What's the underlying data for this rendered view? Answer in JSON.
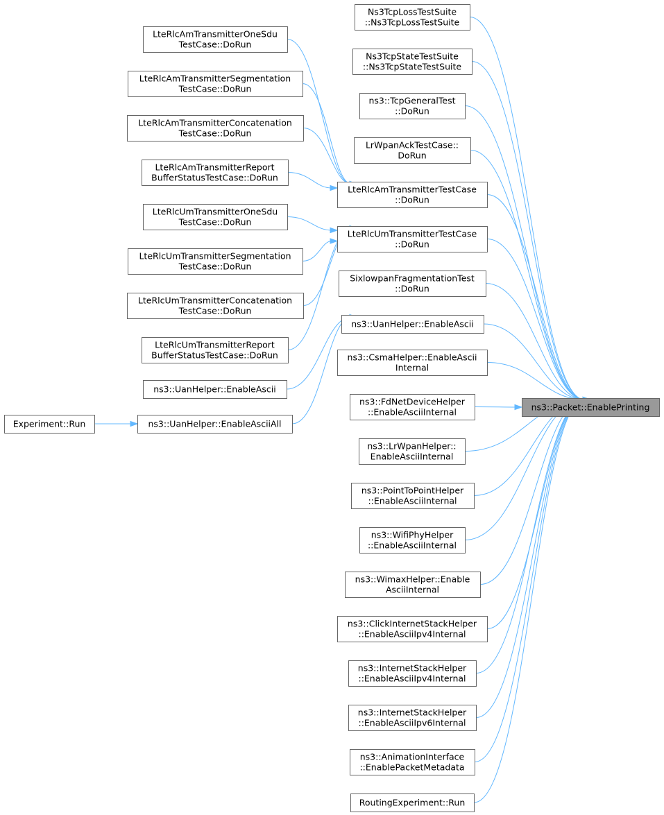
{
  "diagram": {
    "colors": {
      "edge": "#63b8ff",
      "node_border": "#666666",
      "target_fill": "#999999",
      "text": "#000000"
    },
    "target": {
      "id": "target",
      "lines": [
        "ns3::Packet::EnablePrinting"
      ]
    },
    "nodes": [
      {
        "id": "tcploss",
        "lines": [
          "Ns3TcpLossTestSuite",
          "::Ns3TcpLossTestSuite"
        ]
      },
      {
        "id": "tcpstate",
        "lines": [
          "Ns3TcpStateTestSuite",
          "::Ns3TcpStateTestSuite"
        ]
      },
      {
        "id": "tcpgeneral",
        "lines": [
          "ns3::TcpGeneralTest",
          "::DoRun"
        ]
      },
      {
        "id": "lrwpanack",
        "lines": [
          "LrWpanAckTestCase::",
          "DoRun"
        ]
      },
      {
        "id": "amtx",
        "lines": [
          "LteRlcAmTransmitterTestCase",
          "::DoRun"
        ]
      },
      {
        "id": "umtx",
        "lines": [
          "LteRlcUmTransmitterTestCase",
          "::DoRun"
        ]
      },
      {
        "id": "sixlowpan",
        "lines": [
          "SixlowpanFragmentationTest",
          "::DoRun"
        ]
      },
      {
        "id": "uanascii_a",
        "lines": [
          "ns3::UanHelper::EnableAscii"
        ]
      },
      {
        "id": "csma",
        "lines": [
          "ns3::CsmaHelper::EnableAscii",
          "Internal"
        ]
      },
      {
        "id": "fdnet",
        "lines": [
          "ns3::FdNetDeviceHelper",
          "::EnableAsciiInternal"
        ]
      },
      {
        "id": "lrwpanhelper",
        "lines": [
          "ns3::LrWpanHelper::",
          "EnableAsciiInternal"
        ]
      },
      {
        "id": "p2p",
        "lines": [
          "ns3::PointToPointHelper",
          "::EnableAsciiInternal"
        ]
      },
      {
        "id": "wifiphy",
        "lines": [
          "ns3::WifiPhyHelper",
          "::EnableAsciiInternal"
        ]
      },
      {
        "id": "wimax",
        "lines": [
          "ns3::WimaxHelper::Enable",
          "AsciiInternal"
        ]
      },
      {
        "id": "click",
        "lines": [
          "ns3::ClickInternetStackHelper",
          "::EnableAsciiIpv4Internal"
        ]
      },
      {
        "id": "inet4",
        "lines": [
          "ns3::InternetStackHelper",
          "::EnableAsciiIpv4Internal"
        ]
      },
      {
        "id": "inet6",
        "lines": [
          "ns3::InternetStackHelper",
          "::EnableAsciiIpv6Internal"
        ]
      },
      {
        "id": "anim",
        "lines": [
          "ns3::AnimationInterface",
          "::EnablePacketMetadata"
        ]
      },
      {
        "id": "routing",
        "lines": [
          "RoutingExperiment::Run"
        ]
      },
      {
        "id": "am_onesdu",
        "lines": [
          "LteRlcAmTransmitterOneSdu",
          "TestCase::DoRun"
        ]
      },
      {
        "id": "am_seg",
        "lines": [
          "LteRlcAmTransmitterSegmentation",
          "TestCase::DoRun"
        ]
      },
      {
        "id": "am_concat",
        "lines": [
          "LteRlcAmTransmitterConcatenation",
          "TestCase::DoRun"
        ]
      },
      {
        "id": "am_report",
        "lines": [
          "LteRlcAmTransmitterReport",
          "BufferStatusTestCase::DoRun"
        ]
      },
      {
        "id": "um_onesdu",
        "lines": [
          "LteRlcUmTransmitterOneSdu",
          "TestCase::DoRun"
        ]
      },
      {
        "id": "um_seg",
        "lines": [
          "LteRlcUmTransmitterSegmentation",
          "TestCase::DoRun"
        ]
      },
      {
        "id": "um_concat",
        "lines": [
          "LteRlcUmTransmitterConcatenation",
          "TestCase::DoRun"
        ]
      },
      {
        "id": "um_report",
        "lines": [
          "LteRlcUmTransmitterReport",
          "BufferStatusTestCase::DoRun"
        ]
      },
      {
        "id": "uanascii_b",
        "lines": [
          "ns3::UanHelper::EnableAscii"
        ]
      },
      {
        "id": "uanasciiall",
        "lines": [
          "ns3::UanHelper::EnableAsciiAll"
        ]
      },
      {
        "id": "experiment",
        "lines": [
          "Experiment::Run"
        ]
      }
    ],
    "edges": [
      {
        "from": "tcploss",
        "to": "target"
      },
      {
        "from": "tcpstate",
        "to": "target"
      },
      {
        "from": "tcpgeneral",
        "to": "target"
      },
      {
        "from": "lrwpanack",
        "to": "target"
      },
      {
        "from": "amtx",
        "to": "target"
      },
      {
        "from": "umtx",
        "to": "target"
      },
      {
        "from": "sixlowpan",
        "to": "target"
      },
      {
        "from": "uanascii_a",
        "to": "target"
      },
      {
        "from": "csma",
        "to": "target"
      },
      {
        "from": "fdnet",
        "to": "target"
      },
      {
        "from": "lrwpanhelper",
        "to": "target"
      },
      {
        "from": "p2p",
        "to": "target"
      },
      {
        "from": "wifiphy",
        "to": "target"
      },
      {
        "from": "wimax",
        "to": "target"
      },
      {
        "from": "click",
        "to": "target"
      },
      {
        "from": "inet4",
        "to": "target"
      },
      {
        "from": "inet6",
        "to": "target"
      },
      {
        "from": "anim",
        "to": "target"
      },
      {
        "from": "routing",
        "to": "target"
      },
      {
        "from": "am_onesdu",
        "to": "amtx"
      },
      {
        "from": "am_seg",
        "to": "amtx"
      },
      {
        "from": "am_concat",
        "to": "amtx"
      },
      {
        "from": "am_report",
        "to": "amtx"
      },
      {
        "from": "um_onesdu",
        "to": "umtx"
      },
      {
        "from": "um_seg",
        "to": "umtx"
      },
      {
        "from": "um_concat",
        "to": "umtx"
      },
      {
        "from": "um_report",
        "to": "umtx"
      },
      {
        "from": "uanascii_b",
        "to": "uanascii_a"
      },
      {
        "from": "uanasciiall",
        "to": "uanascii_a"
      },
      {
        "from": "experiment",
        "to": "uanasciiall"
      }
    ]
  }
}
